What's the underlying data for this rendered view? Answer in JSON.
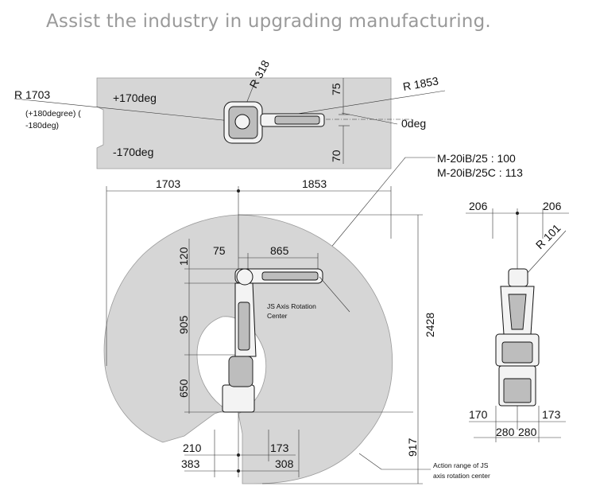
{
  "slogan": "Assist the industry in upgrading manufacturing.",
  "top_view": {
    "r_base": "R 1703",
    "r_base_note_1": "(+180degree) (",
    "r_base_note_2": "-180deg)",
    "r_j3": "R 318",
    "r_reach": "R 1853",
    "plus_angle": "+170deg",
    "minus_angle": "-170deg",
    "zero_angle": "0deg",
    "dim_up": "75",
    "dim_down": "70"
  },
  "models": {
    "line1": "M-20iB/25   : 100",
    "line2": "M-20iB/25C : 113"
  },
  "side_view": {
    "left_reach": "1703",
    "right_reach": "1853",
    "offset": "75",
    "arm": "865",
    "wrist": "120",
    "upper_arm": "905",
    "base": "650",
    "height": "2428",
    "below": "917",
    "bottom_left_1": "210",
    "bottom_left_2": "383",
    "bottom_right_1": "173",
    "bottom_right_2": "308",
    "js_center_1": "JS Axis Rotation",
    "js_center_2": "Center",
    "action_1": "Action range of JS",
    "action_2": "axis rotation center"
  },
  "front_view": {
    "left": "206",
    "right": "206",
    "radius": "R 101",
    "b_left": "170",
    "b_mid1": "280",
    "b_mid2": "280",
    "b_right": "173"
  },
  "colors": {
    "zone": "#d6d6d6",
    "slogan": "#9a9a9a"
  }
}
